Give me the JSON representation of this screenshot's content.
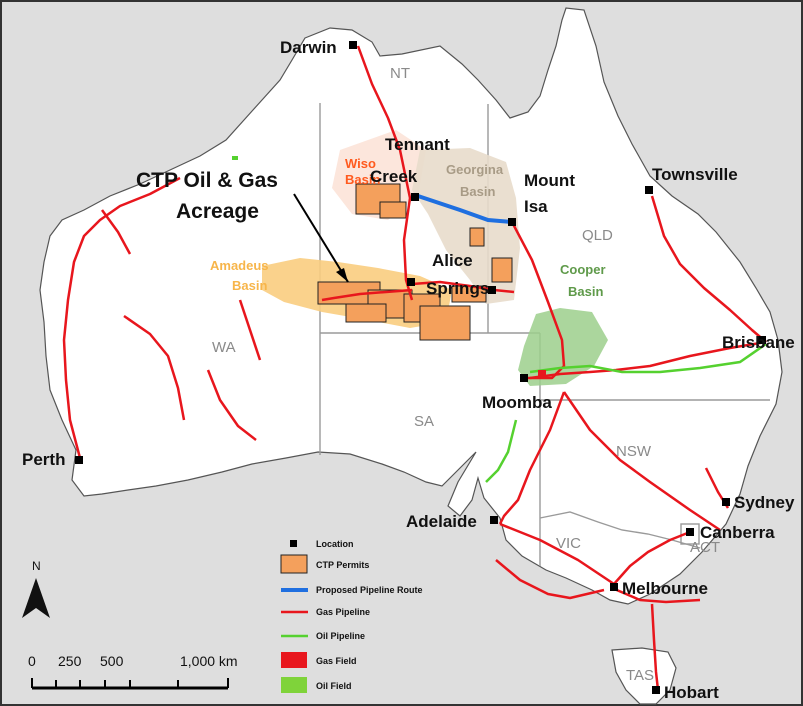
{
  "map": {
    "callout": {
      "line1": "CTP Oil & Gas",
      "line2": "Acreage"
    },
    "cities": {
      "darwin": "Darwin",
      "tennant_creek_1": "Tennant",
      "tennant_creek_2": "Creek",
      "mount_isa_1": "Mount",
      "mount_isa_2": "Isa",
      "alice_springs_1": "Alice",
      "alice_springs_2": "Springs",
      "townsville": "Townsville",
      "brisbane": "Brisbane",
      "moomba": "Moomba",
      "perth": "Perth",
      "adelaide": "Adelaide",
      "sydney": "Sydney",
      "canberra": "Canberra",
      "melbourne": "Melbourne",
      "hobart": "Hobart"
    },
    "states": {
      "nt": "NT",
      "qld": "QLD",
      "wa": "WA",
      "sa": "SA",
      "nsw": "NSW",
      "vic": "VIC",
      "act": "ACT",
      "tas": "TAS"
    },
    "basins": {
      "wiso_1": "Wiso",
      "wiso_2": "Basin",
      "georgina_1": "Georgina",
      "georgina_2": "Basin",
      "amadeus_1": "Amadeus",
      "amadeus_2": "Basin",
      "cooper_1": "Cooper",
      "cooper_2": "Basin"
    },
    "colors": {
      "land": "#ffffff",
      "sea": "#dedede",
      "border": "#9a9a9a",
      "gas_pipeline": "#e8161d",
      "oil_pipeline": "#55d12f",
      "proposed_pipeline": "#1f6fe0",
      "ctp_permits": "#f4a05c",
      "wiso_label": "#ff5a1e",
      "georgina_label": "#a89b86",
      "amadeus_label": "#f7b54a",
      "cooper_label": "#5f9a4a"
    },
    "north_arrow": {
      "label": "N"
    },
    "scale_bar": {
      "ticks": [
        "0",
        "250",
        "500",
        "1,000 km"
      ]
    }
  },
  "legend": {
    "items": [
      {
        "label": "Location",
        "symbol": "square"
      },
      {
        "label": "CTP Permits",
        "symbol": "permit-box"
      },
      {
        "label": "Proposed Pipeline Route",
        "symbol": "blue-line"
      },
      {
        "label": "Gas Pipeline",
        "symbol": "red-line"
      },
      {
        "label": "Oil Pipeline",
        "symbol": "green-line"
      },
      {
        "label": "Gas Field",
        "symbol": "red-box"
      },
      {
        "label": "Oil Field",
        "symbol": "green-box"
      }
    ]
  }
}
